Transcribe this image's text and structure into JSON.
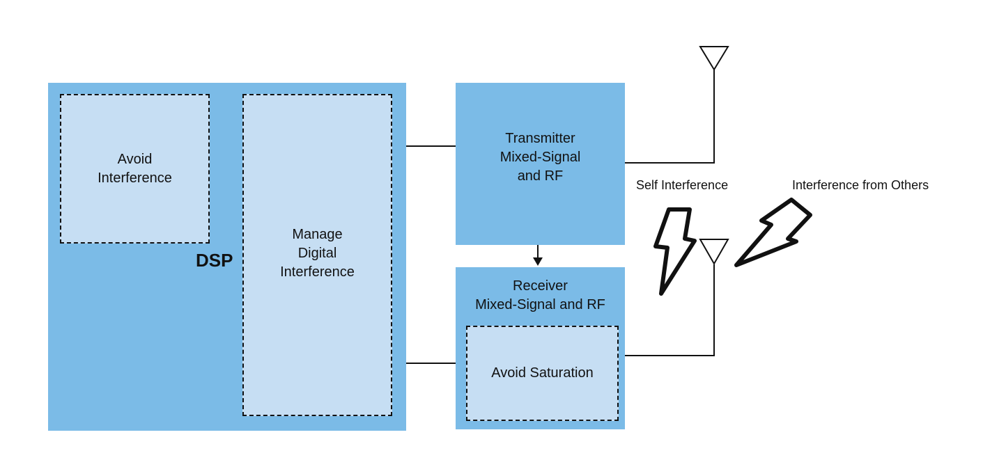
{
  "dsp": {
    "label": "DSP",
    "avoid_interference": "Avoid\nInterference",
    "manage_digital_interference": "Manage\nDigital\nInterference"
  },
  "transmitter": {
    "label": "Transmitter\nMixed-Signal\nand RF"
  },
  "receiver": {
    "label": "Receiver\nMixed-Signal and RF",
    "avoid_saturation": "Avoid Saturation"
  },
  "annotations": {
    "self_interference": "Self Interference",
    "interference_from_others": "Interference from Others"
  },
  "colors": {
    "block_fill": "#7bbbe7",
    "inner_fill": "#c6def3",
    "stroke": "#111111"
  }
}
